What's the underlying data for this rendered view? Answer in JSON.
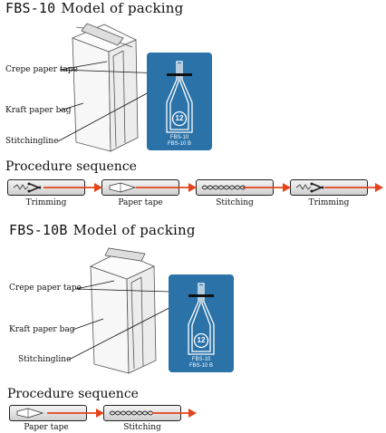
{
  "section1": {
    "title_code": "FBS-10",
    "title_text": "Model of packing",
    "labels": {
      "crepe": "Crepe paper tape",
      "kraft": "Kraft paper bag",
      "stitch": "Stitchingline"
    },
    "card": {
      "number": "12",
      "line1": "FBS-10",
      "line2": "FBS-10 B",
      "color": "#2a72a8"
    },
    "procedure_title": "Procedure sequence",
    "steps": [
      {
        "label": "Trimming",
        "icon": "scissors-icon"
      },
      {
        "label": "Paper tape",
        "icon": "tape-icon"
      },
      {
        "label": "Stitching",
        "icon": "stitch-icon"
      },
      {
        "label": "Trimming",
        "icon": "scissors-icon"
      }
    ]
  },
  "section2": {
    "title_code": "FBS-10B",
    "title_text": "Model of packing",
    "labels": {
      "crepe": "Crepe paper tape",
      "kraft": "Kraft paper bag",
      "stitch": "Stitchingline"
    },
    "card": {
      "number": "12",
      "line1": "FBS-10",
      "line2": "FBS-10 B",
      "color": "#2a72a8"
    },
    "procedure_title": "Procedure sequence",
    "steps": [
      {
        "label": "Paper tape",
        "icon": "tape-icon"
      },
      {
        "label": "Stitching",
        "icon": "stitch-icon"
      }
    ]
  },
  "colors": {
    "arrow": "#e2441c",
    "card": "#2a72a8"
  }
}
